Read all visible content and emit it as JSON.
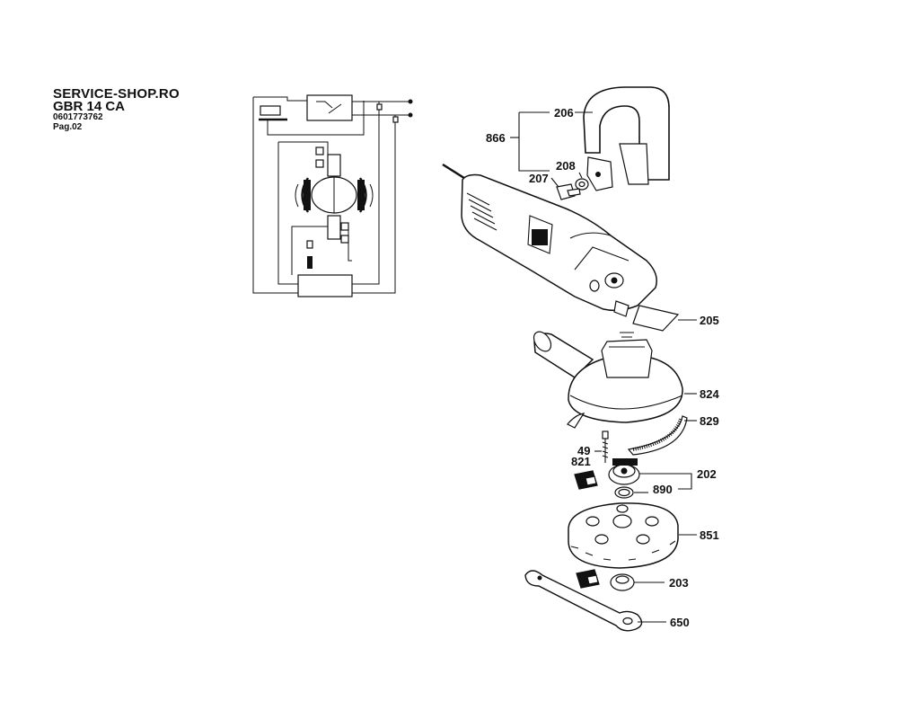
{
  "header": {
    "brand": "SERVICE-SHOP.RO",
    "model": "GBR 14 CA",
    "part_number": "0601773762",
    "page": "Pag.02"
  },
  "callouts": {
    "c206": "206",
    "c866": "866",
    "c208": "208",
    "c207": "207",
    "c205": "205",
    "c824": "824",
    "c829": "829",
    "c49": "49",
    "c821": "821",
    "c202": "202",
    "c890": "890",
    "c851": "851",
    "c203": "203",
    "c650": "650"
  }
}
